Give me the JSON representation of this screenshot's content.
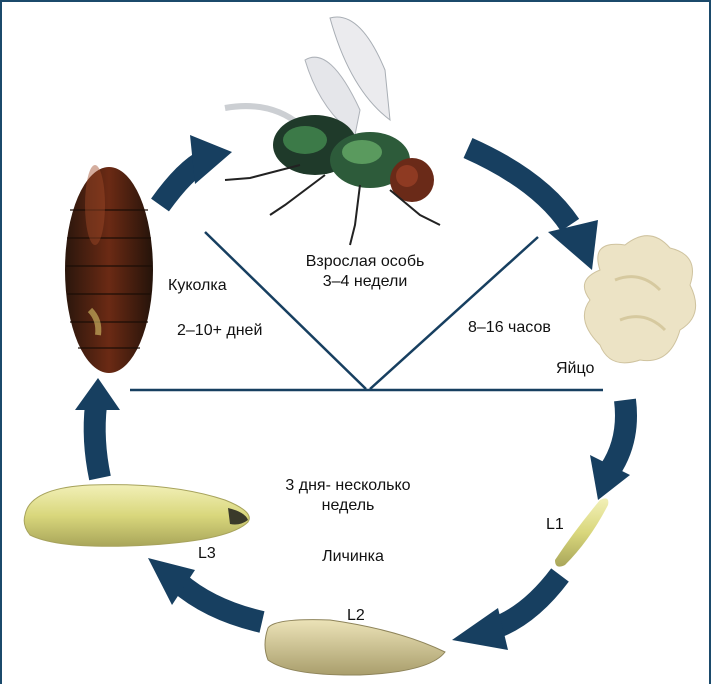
{
  "stages": {
    "adult": {
      "label": "Взрослая особь",
      "duration": "3–4 недели"
    },
    "egg": {
      "label": "Яйцо",
      "duration": "8–16 часов"
    },
    "pupa": {
      "label": "Куколка",
      "duration": "2–10+ дней"
    },
    "larva": {
      "label": "Личинка",
      "duration_line1": "3 дня- несколько",
      "duration_line2": "недель"
    },
    "instars": {
      "l1": "L1",
      "l2": "L2",
      "l3": "L3"
    }
  },
  "colors": {
    "arrow": "#173f60",
    "line": "#173f60",
    "border": "#1b4a6b"
  },
  "icons": [
    "fly-image",
    "egg-image",
    "larva-l1-image",
    "larva-l2-image",
    "larva-l3-image",
    "pupa-image"
  ]
}
